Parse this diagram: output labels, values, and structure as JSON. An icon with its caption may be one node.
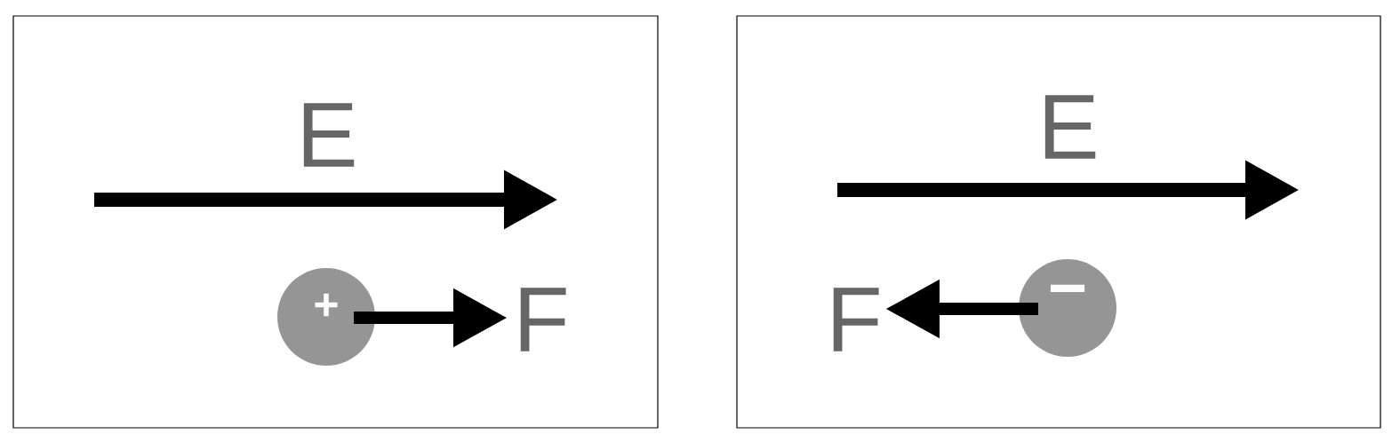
{
  "diagram": {
    "nodes": [
      {
        "text": [],
        "shape": "box"
      },
      {
        "text": [
          "+"
        ],
        "in": 0
      },
      {
        "text": [],
        "shape": "box"
      },
      {
        "text": [
          "−"
        ],
        "in": 2
      }
    ],
    "labels": [
      "E",
      "F",
      "E",
      "F"
    ]
  }
}
